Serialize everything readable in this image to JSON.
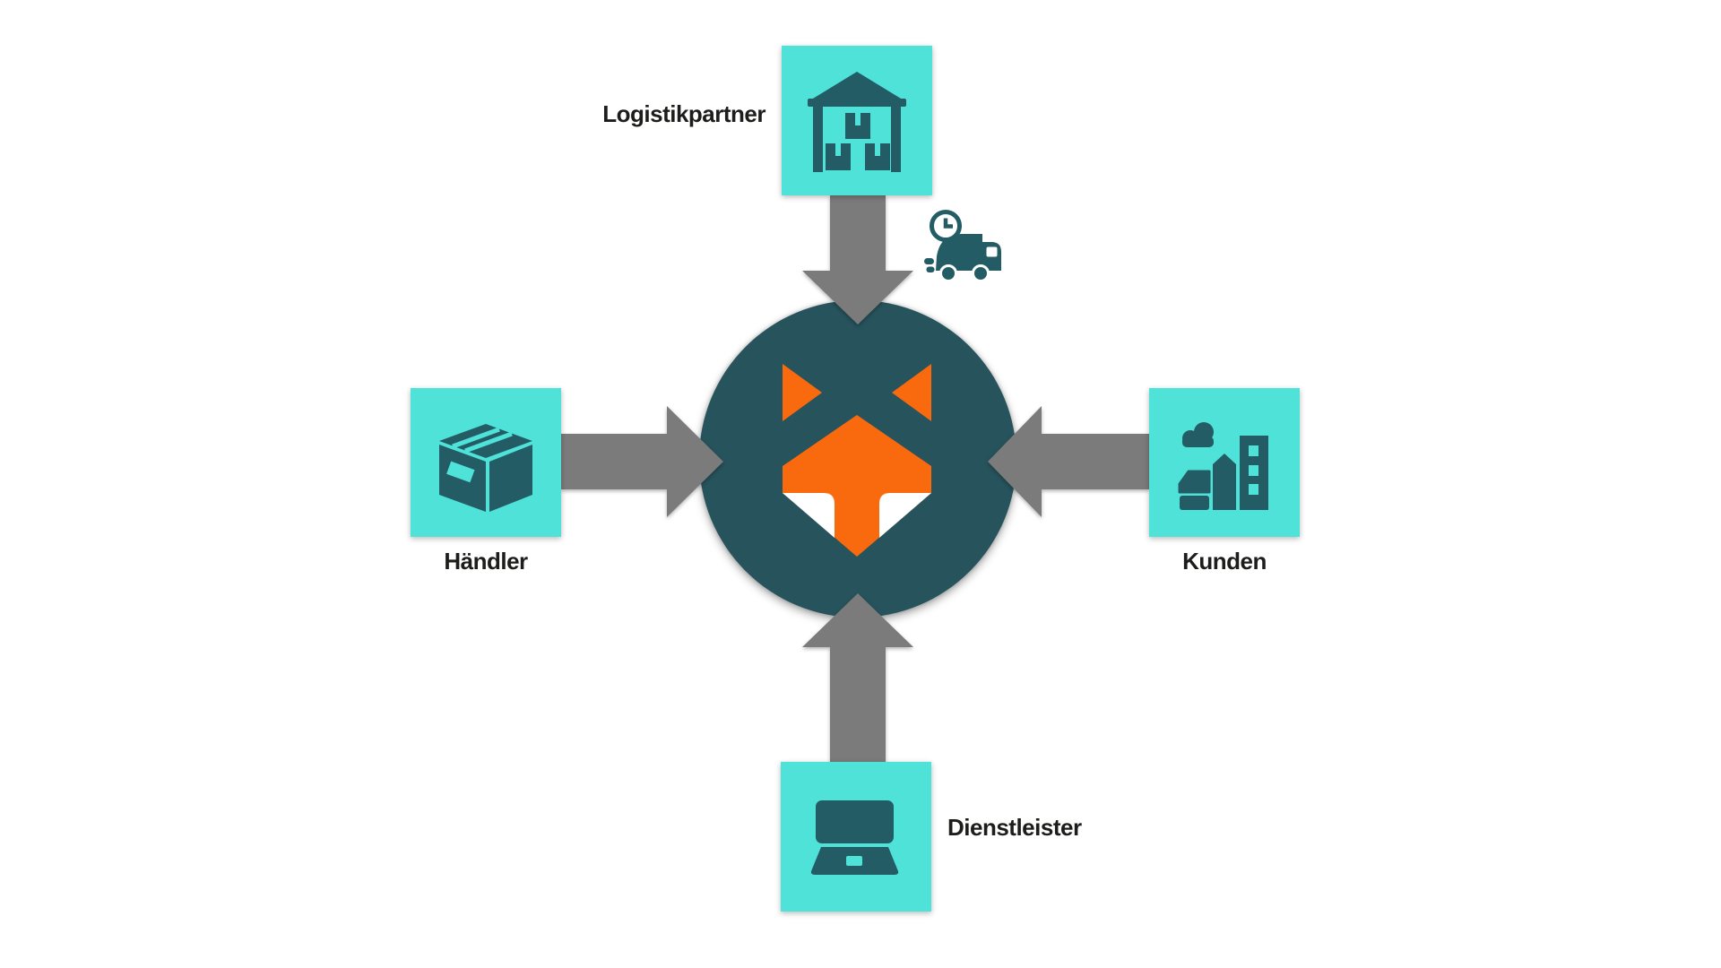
{
  "colors": {
    "background": "#FFFFFF",
    "node_fill": "#4EE2D9",
    "icon_teal": "#245C66",
    "hub_teal": "#27535C",
    "fox_orange": "#F96A0F",
    "arrow_gray": "#7B7B7B",
    "label_text": "#1D1D1B"
  },
  "hub": {
    "id": "fox-hub",
    "icon": "fox-logo"
  },
  "nodes": [
    {
      "id": "logistikpartner",
      "label": "Logistikpartner",
      "icon": "warehouse-icon",
      "position": "top"
    },
    {
      "id": "haendler",
      "label": "Händler",
      "icon": "package-icon",
      "position": "left"
    },
    {
      "id": "kunden",
      "label": "Kunden",
      "icon": "buildings-icon",
      "position": "right"
    },
    {
      "id": "dienstleister",
      "label": "Dienstleister",
      "icon": "laptop-icon",
      "position": "bottom"
    }
  ],
  "decoration": {
    "id": "delivery-truck",
    "icon": "truck-clock-icon"
  }
}
